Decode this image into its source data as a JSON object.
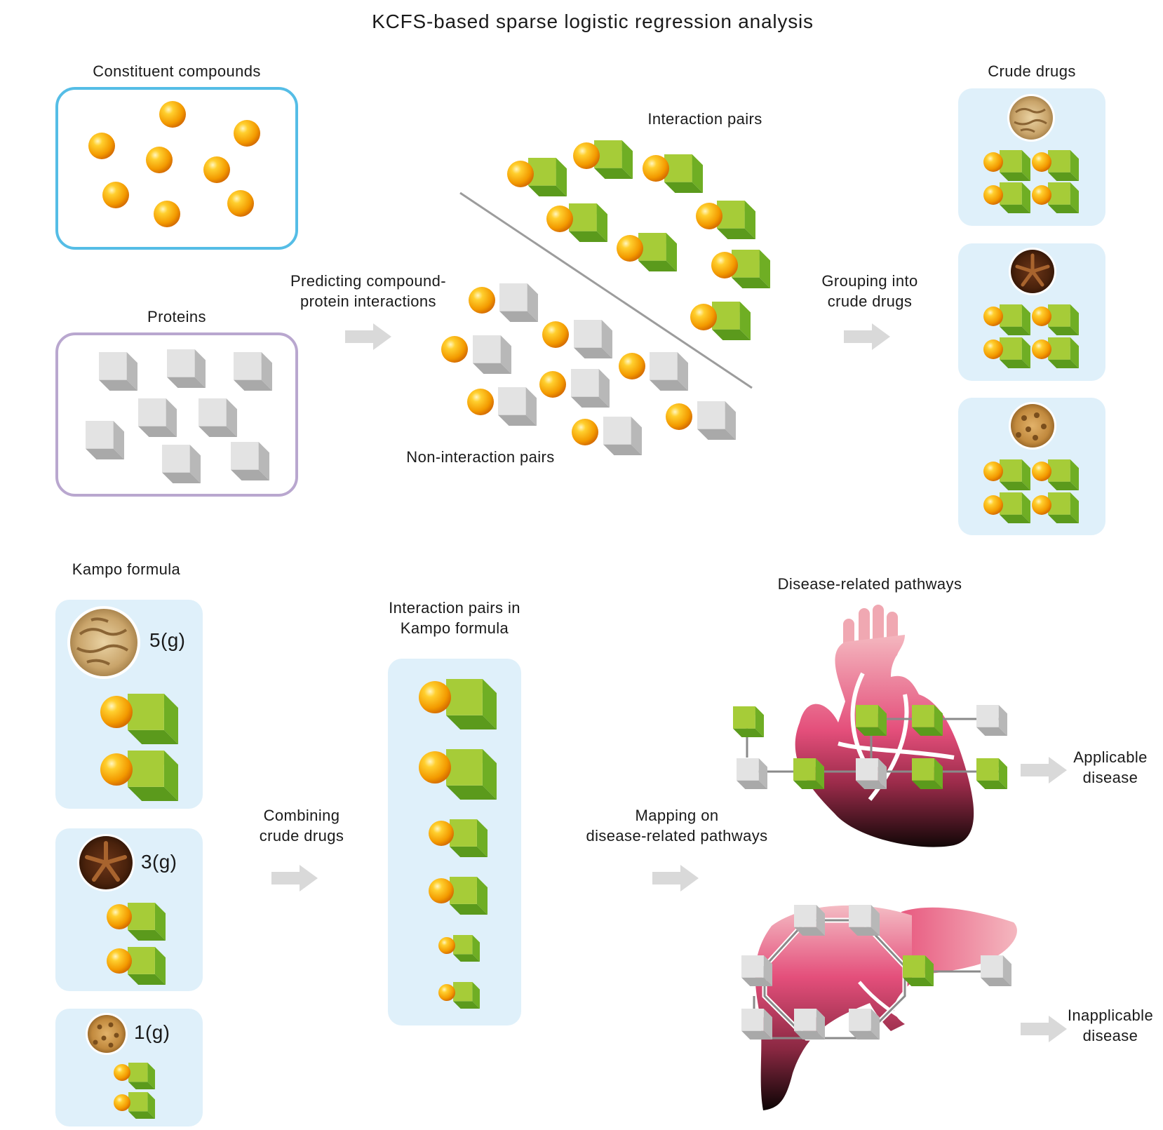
{
  "title": "KCFS-based sparse logistic regression analysis",
  "labels": {
    "constituent_compounds": "Constituent compounds",
    "proteins": "Proteins",
    "predicting": [
      "Predicting compound-",
      "protein interactions"
    ],
    "interaction_pairs": "Interaction pairs",
    "non_interaction_pairs": "Non-interaction pairs",
    "grouping": [
      "Grouping into",
      "crude drugs"
    ],
    "crude_drugs": "Crude drugs",
    "kampo_formula": "Kampo formula",
    "combining": [
      "Combining",
      "crude drugs"
    ],
    "interaction_pairs_kampo": [
      "Interaction pairs in",
      "Kampo formula"
    ],
    "mapping": [
      "Mapping on",
      "disease-related pathways"
    ],
    "disease_pathways": "Disease-related pathways",
    "applicable": [
      "Applicable",
      "disease"
    ],
    "inapplicable": [
      "Inapplicable",
      "disease"
    ]
  },
  "kampo_doses": [
    "5(g)",
    "3(g)",
    "1(g)"
  ],
  "icons": {
    "compound": "orange-sphere-icon",
    "protein": "gray-cube-icon",
    "interacting_protein": "green-cube-icon",
    "arrow": "gray-arrow-icon",
    "crude_drug_1": "ginger-root-icon",
    "crude_drug_2": "star-anise-icon",
    "crude_drug_3": "seeds-icon",
    "organ_1": "heart-icon",
    "organ_2": "liver-icon"
  },
  "colors": {
    "compounds_box": "#55bde6",
    "proteins_box": "#b9a7cf",
    "panel_fill": "#dff0fa",
    "compound": "#f39a00",
    "green_cube": "#a6cc38",
    "gray_cube": "#e3e3e3",
    "arrow": "#d6d6d6",
    "organ_top": "#f0a8b2",
    "organ_mid": "#e34e7a",
    "organ_bottom": "#1a0d0d"
  }
}
